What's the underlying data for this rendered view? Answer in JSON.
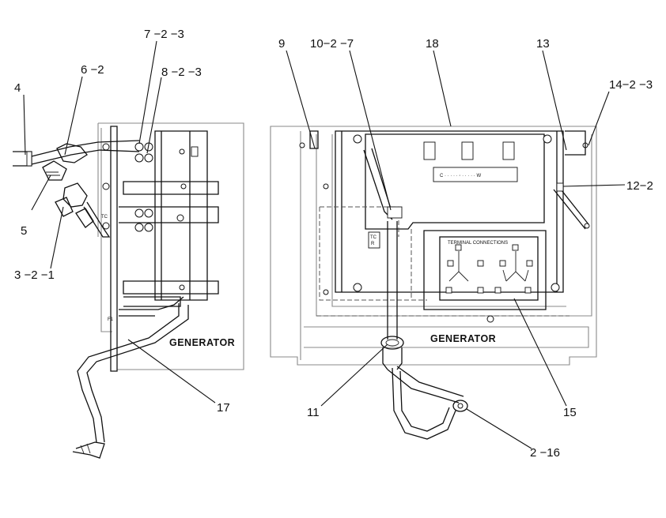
{
  "diagram": {
    "callouts": [
      {
        "id": "c4",
        "text": "4"
      },
      {
        "id": "c6-2",
        "text": "6 −2"
      },
      {
        "id": "c7-2-3",
        "text": "7 −2 −3"
      },
      {
        "id": "c8-2-3",
        "text": "8 −2 −3"
      },
      {
        "id": "c5",
        "text": "5"
      },
      {
        "id": "c3-2-1",
        "text": "3 −2 −1"
      },
      {
        "id": "c17",
        "text": "17"
      },
      {
        "id": "c9",
        "text": "9"
      },
      {
        "id": "c10-2-7",
        "text": "10−2 −7"
      },
      {
        "id": "c18",
        "text": "18"
      },
      {
        "id": "c13",
        "text": "13"
      },
      {
        "id": "c14-2-3",
        "text": "14−2 −3"
      },
      {
        "id": "c12-2",
        "text": "12−2"
      },
      {
        "id": "c11",
        "text": "11"
      },
      {
        "id": "c15",
        "text": "15"
      },
      {
        "id": "c2-16",
        "text": "2 −16"
      }
    ],
    "left_view_label": "GENERATOR",
    "right_view_label": "GENERATOR"
  }
}
